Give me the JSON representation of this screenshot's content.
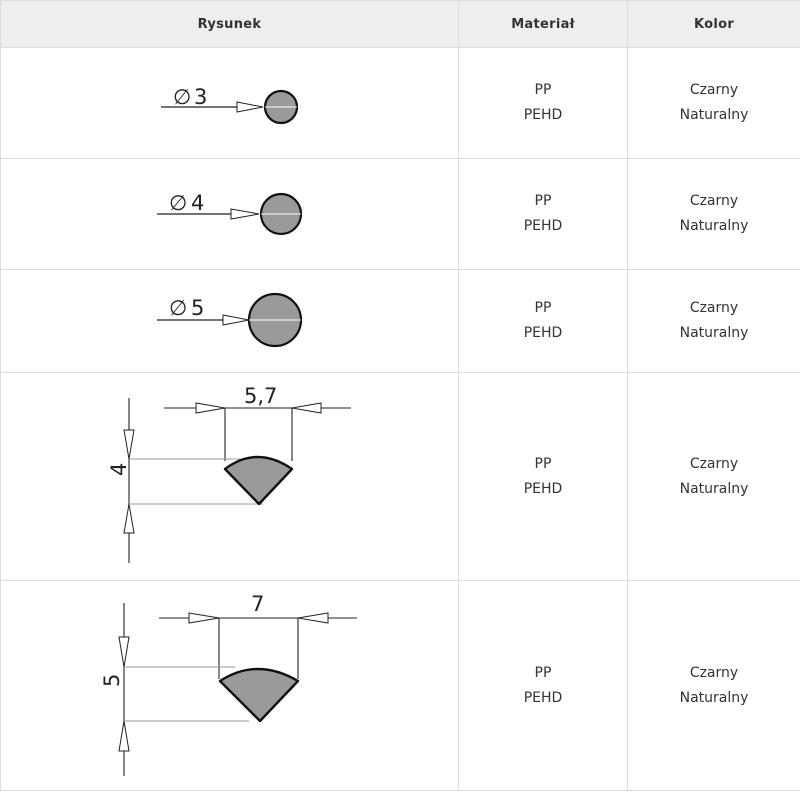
{
  "headers": {
    "drawing": "Rysunek",
    "material": "Materiał",
    "color": "Kolor"
  },
  "colors": {
    "header_bg": "#eeeeee",
    "profile_fill": "#9a9a9a",
    "border": "#dcdcdc"
  },
  "rows": [
    {
      "shape": "round",
      "dims": {
        "diameter": "3"
      },
      "materials": [
        "PP",
        "PEHD"
      ],
      "colors": [
        "Czarny",
        "Naturalny"
      ]
    },
    {
      "shape": "round",
      "dims": {
        "diameter": "4"
      },
      "materials": [
        "PP",
        "PEHD"
      ],
      "colors": [
        "Czarny",
        "Naturalny"
      ]
    },
    {
      "shape": "round",
      "dims": {
        "diameter": "5"
      },
      "materials": [
        "PP",
        "PEHD"
      ],
      "colors": [
        "Czarny",
        "Naturalny"
      ]
    },
    {
      "shape": "quarter-round",
      "dims": {
        "width": "5,7",
        "height": "4"
      },
      "materials": [
        "PP",
        "PEHD"
      ],
      "colors": [
        "Czarny",
        "Naturalny"
      ]
    },
    {
      "shape": "quarter-round",
      "dims": {
        "width": "7",
        "height": "5"
      },
      "materials": [
        "PP",
        "PEHD"
      ],
      "colors": [
        "Czarny",
        "Naturalny"
      ]
    }
  ]
}
